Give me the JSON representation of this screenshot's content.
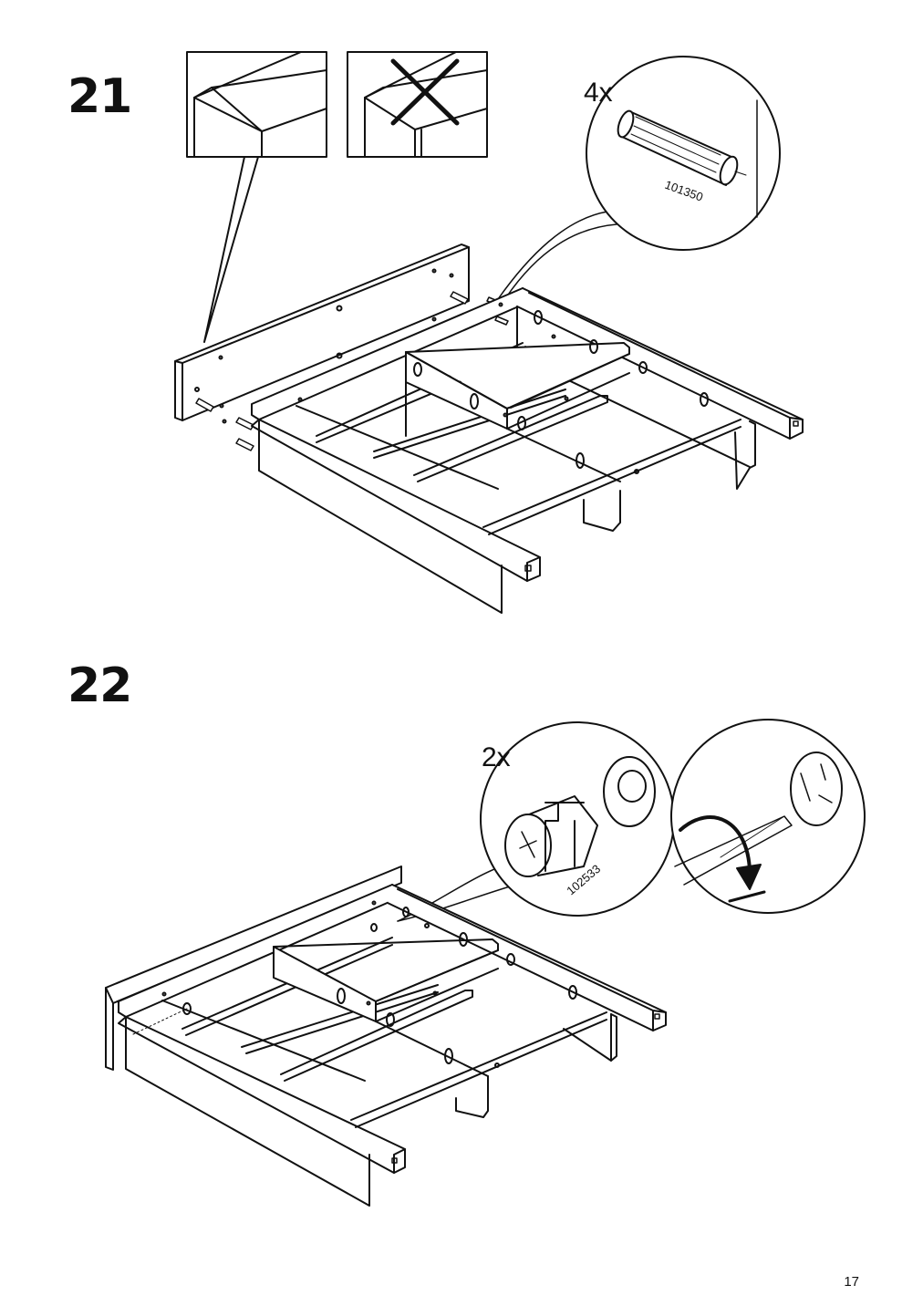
{
  "page": {
    "number": "17"
  },
  "steps": [
    {
      "number": "21",
      "callout": {
        "quantity": "4x",
        "part_number": "101350",
        "part": "wooden-dowel"
      },
      "detail_panels": [
        {
          "status": "correct"
        },
        {
          "status": "incorrect"
        }
      ]
    },
    {
      "number": "22",
      "callout": {
        "quantity": "2x",
        "part_number": "102533",
        "part": "cam-lock"
      }
    }
  ],
  "colors": {
    "line": "#111111",
    "background": "#ffffff"
  }
}
